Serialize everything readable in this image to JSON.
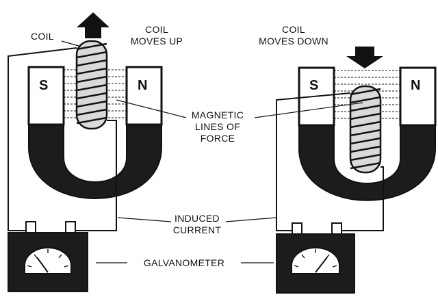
{
  "labels": {
    "coil": "COIL",
    "coil_moves_up_1": "COIL",
    "coil_moves_up_2": "MOVES UP",
    "coil_moves_down_1": "COIL",
    "coil_moves_down_2": "MOVES DOWN",
    "magnetic_1": "MAGNETIC",
    "magnetic_2": "LINES OF",
    "magnetic_3": "FORCE",
    "induced_1": "INDUCED",
    "induced_2": "CURRENT",
    "galvanometer": "GALVANOMETER"
  },
  "poles": {
    "south": "S",
    "north": "N"
  },
  "colors": {
    "ink": "#111111",
    "magnet": "#1c1c1c",
    "coil_fill": "#d9d9d9",
    "background": "#ffffff"
  },
  "icons": {
    "up_arrow": "arrow-up-icon",
    "down_arrow": "arrow-down-icon"
  }
}
